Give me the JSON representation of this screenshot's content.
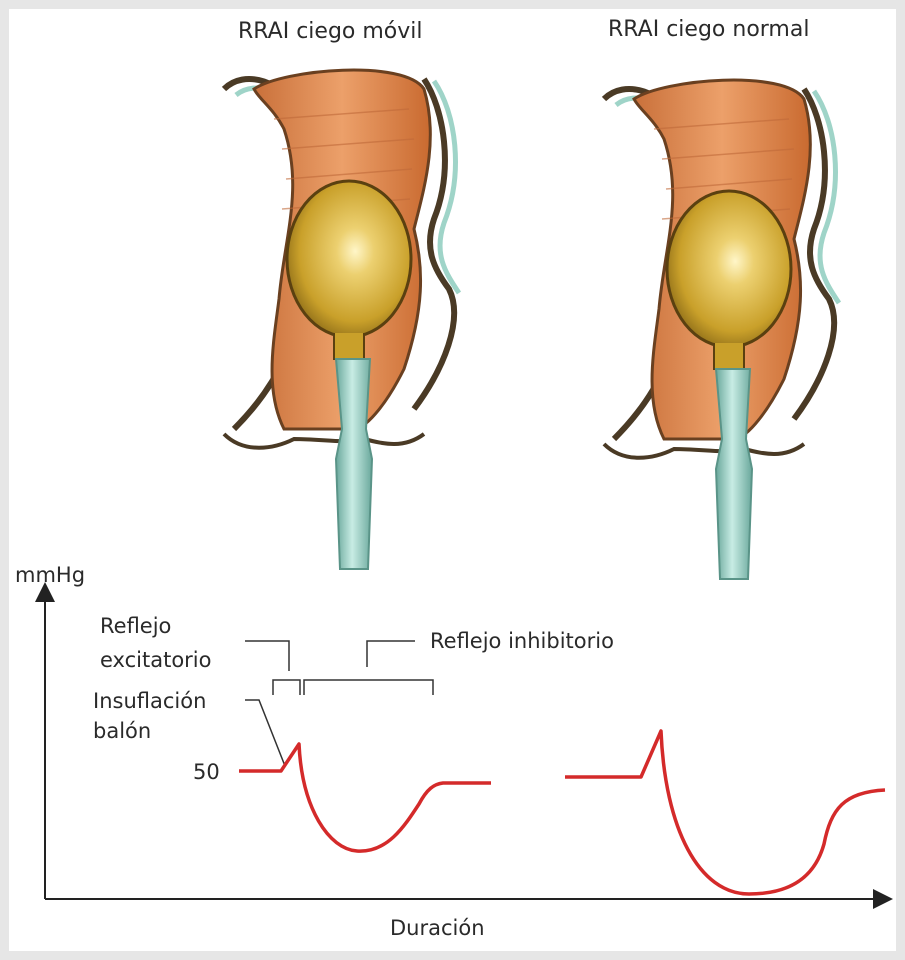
{
  "panels": [
    {
      "title": "RRAI ciego móvil"
    },
    {
      "title": "RRAI ciego normal"
    }
  ],
  "axes": {
    "y_label": "mmHg",
    "x_label": "Duración",
    "tick_50": "50"
  },
  "annotations": {
    "excitatory_line1": "Reflejo",
    "excitatory_line2": "excitatorio",
    "inhibitory": "Reflejo inhibitorio",
    "balloon_line1": "Insuflación",
    "balloon_line2": "balón"
  },
  "colors": {
    "trace": "#d42a2a",
    "tissue_orange": "#e08a4c",
    "balloon_gold": "#d8b22c",
    "tube_teal": "#9fd4c8",
    "wall_outline": "#4a3a25"
  }
}
